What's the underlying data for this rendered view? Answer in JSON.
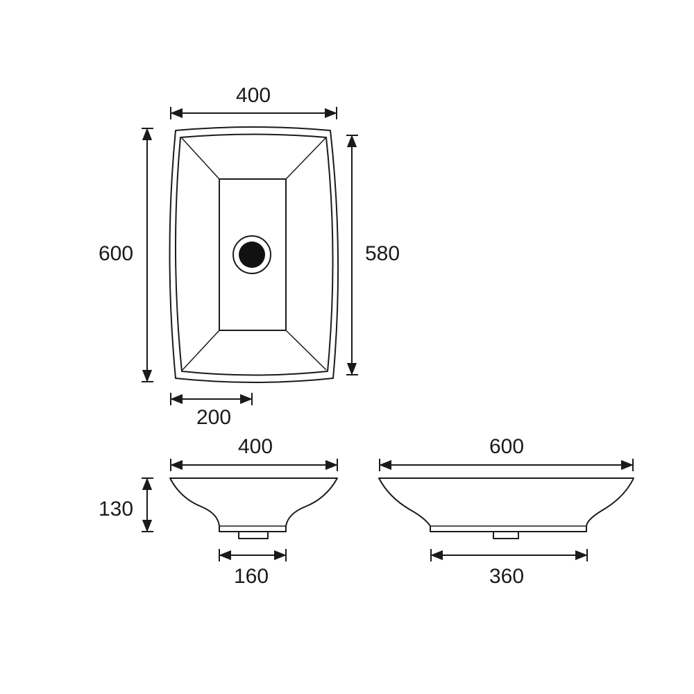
{
  "top_view": {
    "width_label": "400",
    "height_label": "600",
    "inner_height_label": "580",
    "half_width_label": "200"
  },
  "front_view": {
    "width_label": "400",
    "height_label": "130",
    "base_label": "160"
  },
  "side_view": {
    "width_label": "600",
    "base_label": "360"
  },
  "colors": {
    "line": "#1a1a1a",
    "background": "#ffffff"
  }
}
